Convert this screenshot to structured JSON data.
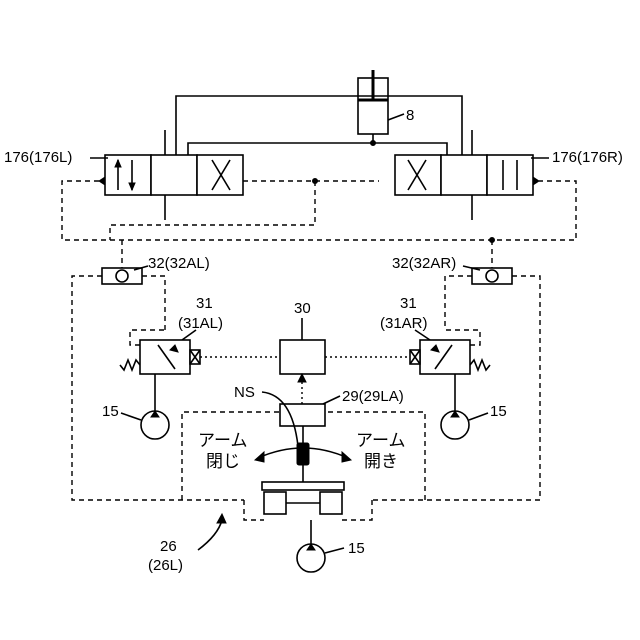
{
  "labels": {
    "valve_left": "176(176L)",
    "valve_right": "176(176R)",
    "cylinder": "8",
    "shuttle_left": "32(32AL)",
    "shuttle_right": "32(32AR)",
    "solenoid_left_num": "31",
    "solenoid_left_sub": "(31AL)",
    "solenoid_right_num": "31",
    "solenoid_right_sub": "(31AR)",
    "controller": "30",
    "sensor": "29(29LA)",
    "ns": "NS",
    "pump_left": "15",
    "pump_right": "15",
    "pump_bottom": "15",
    "pilot_valve_num": "26",
    "pilot_valve_sub": "(26L)",
    "arm_close_1": "アーム",
    "arm_close_2": "閉じ",
    "arm_open_1": "アーム",
    "arm_open_2": "開き"
  }
}
